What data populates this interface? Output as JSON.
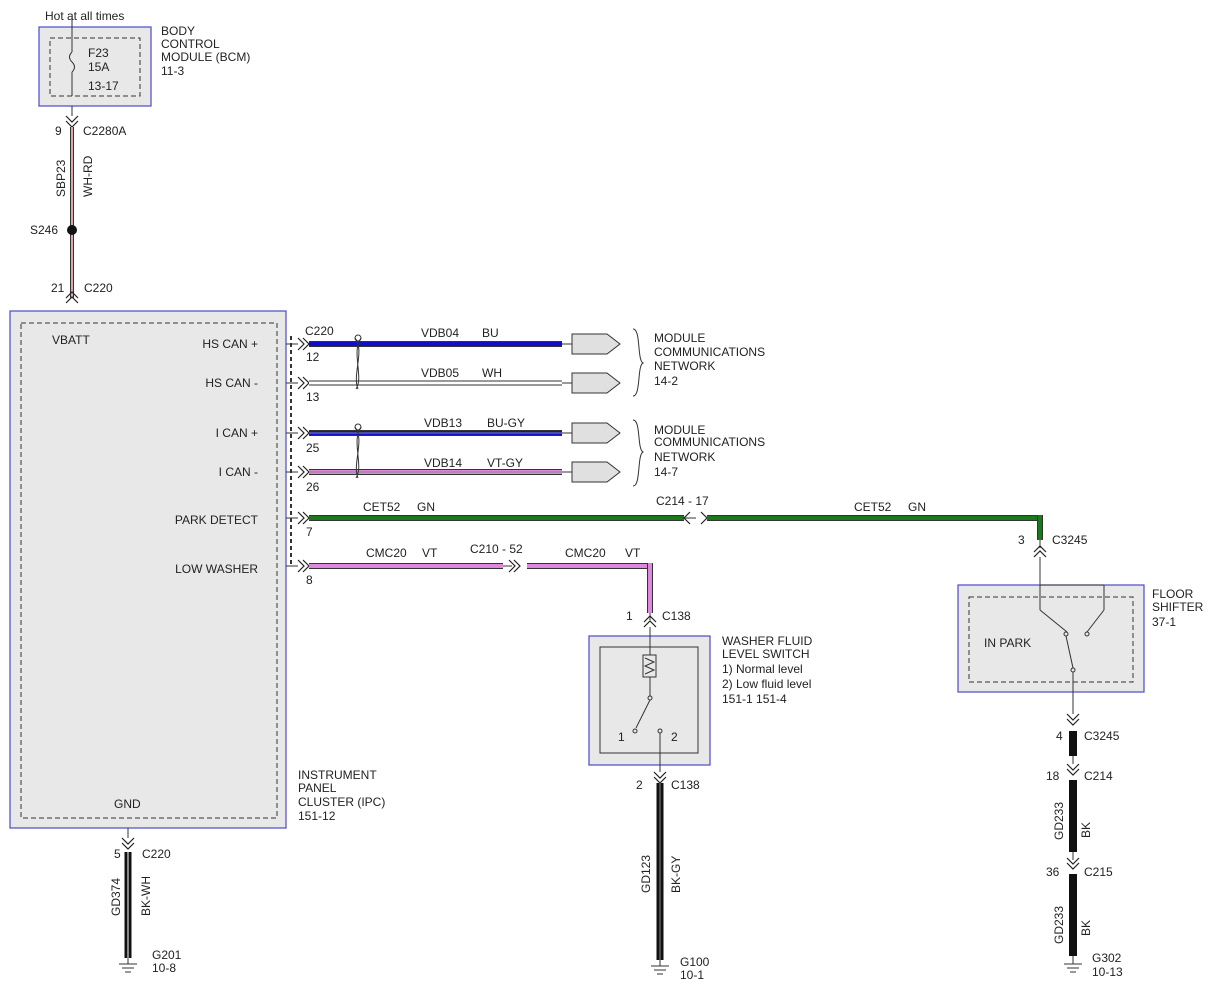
{
  "colors": {
    "BU": "#1010cc",
    "WH": "#ffffff",
    "VT": "#dd88dd",
    "GN": "#1a7a1a",
    "BK": "#111111",
    "RD": "#cc2222",
    "GY": "#888888",
    "outline": "#333333"
  },
  "power": {
    "label": "Hot at all times"
  },
  "bcm": {
    "title": [
      "BODY",
      "CONTROL",
      "MODULE (BCM)",
      "11-3"
    ],
    "fuse": [
      "F23",
      "15A",
      "13-17"
    ],
    "pin": "9",
    "connector": "C2280A"
  },
  "bcm_wire": {
    "circuit": "SBP23",
    "color": "WH-RD"
  },
  "splice": {
    "id": "S246"
  },
  "ipc": {
    "title": [
      "INSTRUMENT",
      "PANEL",
      "CLUSTER (IPC)",
      "151-12"
    ],
    "top_pin": "21",
    "top_connector": "C220",
    "vbatt": "VBATT",
    "gnd": "GND",
    "header_connector": "C220",
    "pins": [
      {
        "label": "HS CAN +",
        "pin": "12"
      },
      {
        "label": "HS CAN -",
        "pin": "13"
      },
      {
        "label": "I CAN +",
        "pin": "25"
      },
      {
        "label": "I CAN -",
        "pin": "26"
      },
      {
        "label": "PARK DETECT",
        "pin": "7"
      },
      {
        "label": "LOW WASHER",
        "pin": "8"
      }
    ],
    "gnd_pin": "5",
    "gnd_connector": "C220",
    "gnd_wire": {
      "circuit": "GD374",
      "color": "BK-WH"
    },
    "gnd_ground": {
      "id": "G201",
      "ref": "10-8"
    }
  },
  "can_wires": [
    {
      "circuit": "VDB04",
      "color": "BU"
    },
    {
      "circuit": "VDB05",
      "color": "WH"
    },
    {
      "circuit": "VDB13",
      "color": "BU-GY"
    },
    {
      "circuit": "VDB14",
      "color": "VT-GY"
    }
  ],
  "networks": [
    {
      "lines": [
        "MODULE",
        "COMMUNICATIONS",
        "NETWORK",
        "14-2"
      ]
    },
    {
      "lines": [
        "MODULE",
        "COMMUNICATIONS",
        "NETWORK",
        "14-7"
      ]
    }
  ],
  "park_wire": {
    "circuit": "CET52",
    "color": "GN",
    "inline": "C214 - 17"
  },
  "washer_wire": {
    "circuit": "CMC20",
    "color": "VT",
    "inline": "C210 - 52"
  },
  "washer_switch": {
    "title": [
      "WASHER FLUID",
      "LEVEL SWITCH",
      "1) Normal level",
      "2) Low fluid level",
      "151-1  151-4"
    ],
    "pos1": "1",
    "pos2": "2",
    "in_pin": "1",
    "in_connector": "C138",
    "out_pin": "2",
    "out_connector": "C138",
    "gnd_wire": {
      "circuit": "GD123",
      "color": "BK-GY"
    },
    "ground": {
      "id": "G100",
      "ref": "10-1"
    }
  },
  "floor_shifter": {
    "title": [
      "FLOOR",
      "SHIFTER",
      "37-1"
    ],
    "state": "IN PARK",
    "in_pin": "3",
    "in_connector": "C3245",
    "out_pin": "4",
    "out_connector": "C3245",
    "c214_pin": "18",
    "c214_connector": "C214",
    "wire1": {
      "circuit": "GD233",
      "color": "BK"
    },
    "c215_pin": "36",
    "c215_connector": "C215",
    "wire2": {
      "circuit": "GD233",
      "color": "BK"
    },
    "ground": {
      "id": "G302",
      "ref": "10-13"
    }
  }
}
